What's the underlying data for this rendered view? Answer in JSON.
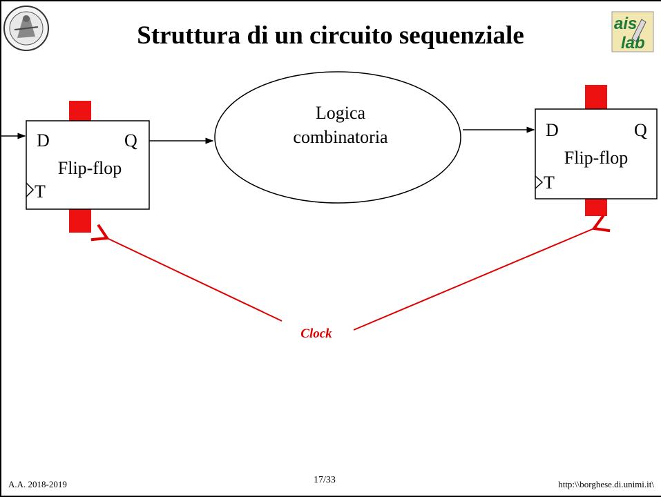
{
  "slide": {
    "title": "Struttura di un circuito sequenziale"
  },
  "diagram": {
    "flipflop_left": {
      "d_label": "D",
      "q_label": "Q",
      "name": "Flip-flop",
      "t_label": "T"
    },
    "flipflop_right": {
      "d_label": "D",
      "q_label": "Q",
      "name": "Flip-flop",
      "t_label": "T"
    },
    "combinational": {
      "line1": "Logica",
      "line2": "combinatoria"
    },
    "clock_label": "Clock",
    "colors": {
      "clock": "#e00000",
      "clock_block": "#ee1111",
      "line": "#000000"
    }
  },
  "logos": {
    "left": "university-seal-logo",
    "right": "ais-lab-logo"
  },
  "footer": {
    "academic_year": "A.A. 2018-2019",
    "page": "17/33",
    "url": "http:\\\\borghese.di.unimi.it\\"
  }
}
